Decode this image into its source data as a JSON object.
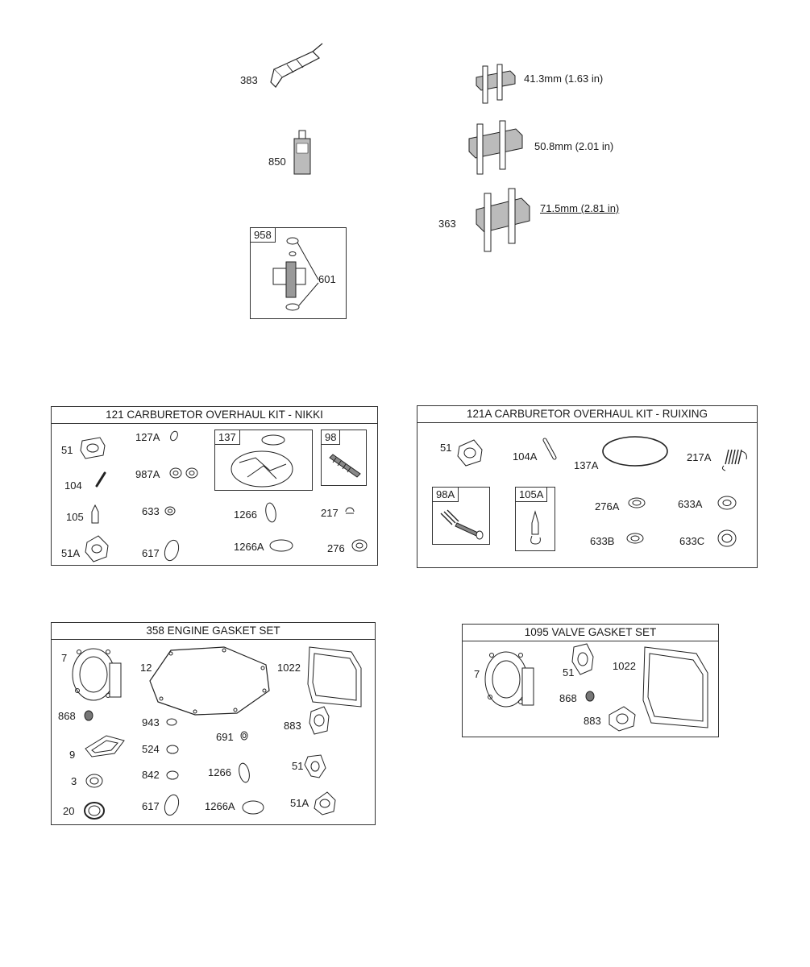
{
  "top": {
    "tool_383": "383",
    "sealant_850": "850",
    "fuel_valve_box": {
      "tag": "958",
      "clamp": "601"
    },
    "spacers": {
      "size1": "41.3mm (1.63 in)",
      "size2": "50.8mm (2.01 in)",
      "size3": "71.5mm (2.81 in)",
      "label": "363"
    }
  },
  "kit_nikki": {
    "title": "121 CARBURETOR OVERHAUL KIT - NIKKI",
    "labels": {
      "l51": "51",
      "l127A": "127A",
      "l137": "137",
      "l98": "98",
      "l987A": "987A",
      "l104": "104",
      "l105": "105",
      "l633": "633",
      "l1266": "1266",
      "l217": "217",
      "l51A": "51A",
      "l617": "617",
      "l1266A": "1266A",
      "l276": "276"
    }
  },
  "kit_ruixing": {
    "title": "121A CARBURETOR OVERHAUL KIT - RUIXING",
    "labels": {
      "l51": "51",
      "l104A": "104A",
      "l137A": "137A",
      "l217A": "217A",
      "l98A": "98A",
      "l105A": "105A",
      "l276A": "276A",
      "l633A": "633A",
      "l633B": "633B",
      "l633C": "633C"
    }
  },
  "kit_engine": {
    "title": "358 ENGINE GASKET SET",
    "labels": {
      "l7": "7",
      "l12": "12",
      "l1022": "1022",
      "l868": "868",
      "l943": "943",
      "l691": "691",
      "l883": "883",
      "l9": "9",
      "l524": "524",
      "l3": "3",
      "l842": "842",
      "l1266": "1266",
      "l51": "51",
      "l20": "20",
      "l617": "617",
      "l1266A": "1266A",
      "l51A": "51A"
    }
  },
  "kit_valve": {
    "title": "1095 VALVE GASKET SET",
    "labels": {
      "l7": "7",
      "l51": "51",
      "l1022": "1022",
      "l868": "868",
      "l883": "883"
    }
  }
}
